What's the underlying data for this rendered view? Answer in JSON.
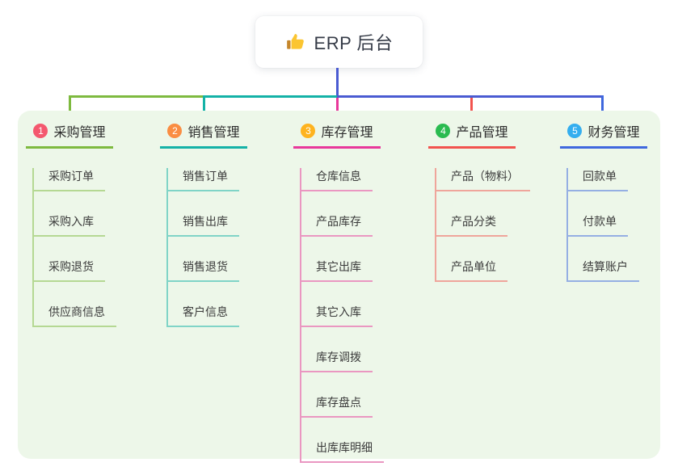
{
  "root": {
    "label": "ERP 后台",
    "icon": "thumbs-up",
    "stem_color": "#4a5bd2"
  },
  "panel_color": "#edf7e9",
  "branches": [
    {
      "number": "1",
      "title": "采购管理",
      "badge_color": "#f4586e",
      "color": "#7eba3f",
      "light_color": "#b5d893",
      "children": [
        "采购订单",
        "采购入库",
        "采购退货",
        "供应商信息"
      ]
    },
    {
      "number": "2",
      "title": "销售管理",
      "badge_color": "#fa8d42",
      "color": "#14b2a7",
      "light_color": "#80d4c7",
      "children": [
        "销售订单",
        "销售出库",
        "销售退货",
        "客户信息"
      ]
    },
    {
      "number": "3",
      "title": "库存管理",
      "badge_color": "#feb31f",
      "color": "#e8389b",
      "light_color": "#ea97c1",
      "children": [
        "仓库信息",
        "产品库存",
        "其它出库",
        "其它入库",
        "库存调拨",
        "库存盘点",
        "出库库明细"
      ]
    },
    {
      "number": "4",
      "title": "产品管理",
      "badge_color": "#2abb50",
      "color": "#f2534e",
      "light_color": "#efa59b",
      "children": [
        "产品（物料）",
        "产品分类",
        "产品单位"
      ]
    },
    {
      "number": "5",
      "title": "财务管理",
      "badge_color": "#34aeef",
      "color": "#3f68de",
      "light_color": "#95afe3",
      "children": [
        "回款单",
        "付款单",
        "结算账户"
      ]
    }
  ]
}
